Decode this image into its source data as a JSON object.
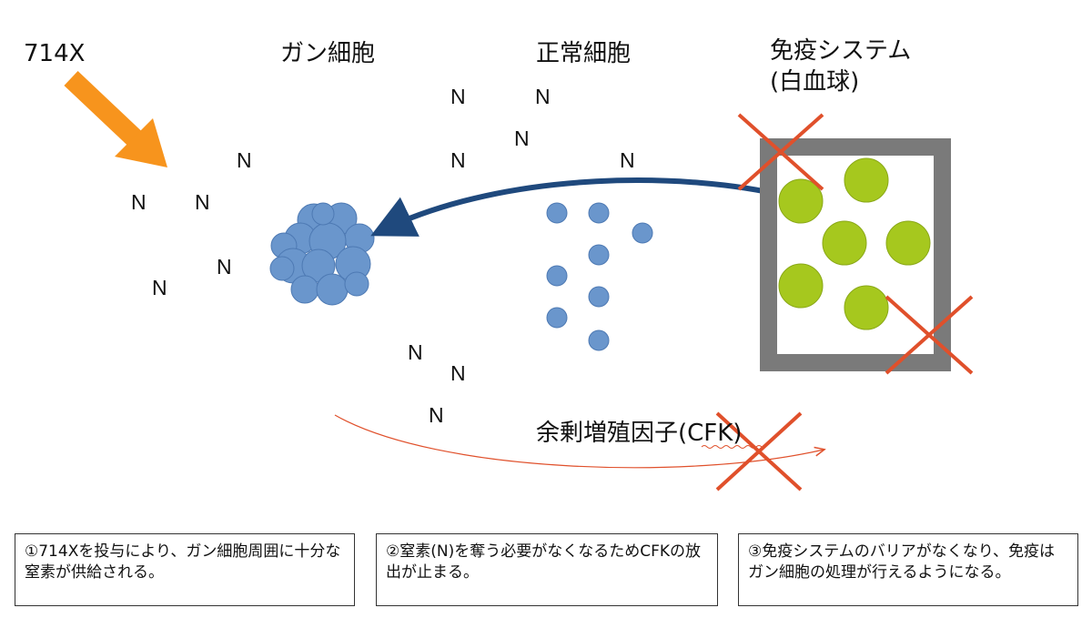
{
  "labels": {
    "drug": "714X",
    "cancer_cell": "ガン細胞",
    "normal_cell": "正常細胞",
    "immune_line1": "免疫システム",
    "immune_line2": "(白血球)",
    "cfk": "余剰増殖因子(CFK)"
  },
  "nitrogen_symbol": "N",
  "notes": [
    {
      "text": "①714Xを投与により、ガン細胞周囲に十分な窒素が供給される。"
    },
    {
      "text": "②窒素(N)を奪う必要がなくなるためCFKの放出が止まる。"
    },
    {
      "text": "③免疫システムのバリアがなくなり、免疫はガン細胞の処理が行えるようになる。"
    }
  ],
  "colors": {
    "arrow_orange": "#f7941d",
    "arrow_navy": "#1f497d",
    "cell_blue": "#6a96cc",
    "cell_green": "#a6c81e",
    "cross_red": "#e0502b",
    "frame_gray": "#7a7a7a"
  }
}
